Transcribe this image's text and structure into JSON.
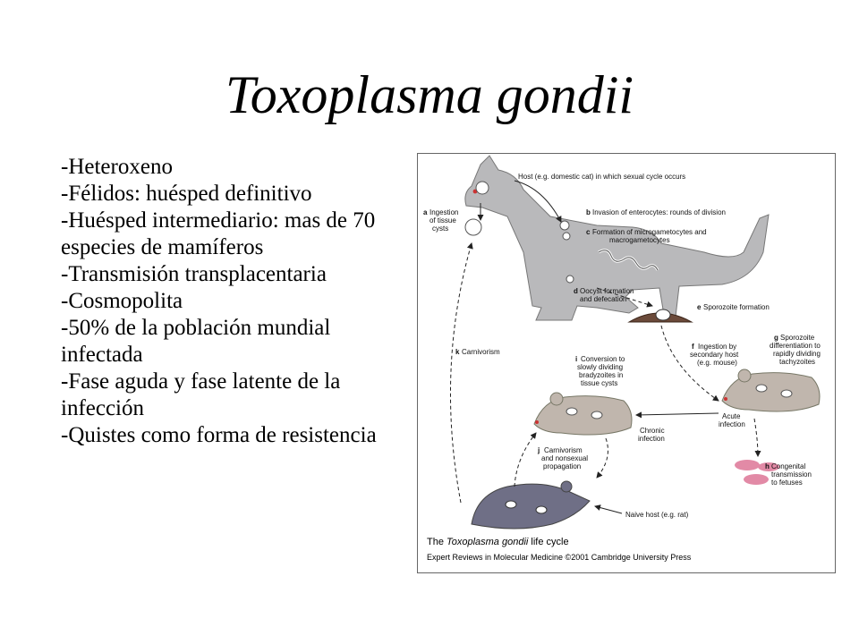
{
  "slide": {
    "title": "Toxoplasma gondii",
    "bullets": [
      "-Heteroxeno",
      "-Félidos: huésped definitivo",
      "-Huésped intermediario: mas de 70 especies de mamíferos",
      "-Transmisión transplacentaria",
      "-Cosmopolita",
      "-50% de la población mundial infectada",
      "-Fase aguda y fase latente de la infección",
      "-Quistes como forma de resistencia"
    ]
  },
  "figure": {
    "labels": {
      "host": "Host (e.g. domestic cat) in which sexual cycle occurs",
      "a_letter": "a",
      "a1": "Ingestion",
      "a2": "of tissue",
      "a3": "cysts",
      "b_letter": "b",
      "b1": "Invasion of enterocytes: rounds of division",
      "c_letter": "c",
      "c1": "Formation of microgametocytes and",
      "c2": "macrogametocytes",
      "d_letter": "d",
      "d1": "Oocyst formation",
      "d2": "and defecation",
      "e_letter": "e",
      "e1": "Sporozoite formation",
      "k_letter": "k",
      "k1": "Carnivorism",
      "i_letter": "i",
      "i1": "Conversion to",
      "i2": "slowly dividing",
      "i3": "bradyzoites in",
      "i4": "tissue cysts",
      "f_letter": "f",
      "f1": "Ingestion by",
      "f2": "secondary host",
      "f3": "(e.g. mouse)",
      "g_letter": "g",
      "g1": "Sporozoite",
      "g2": "differentiation to",
      "g3": "rapidly dividing",
      "g4": "tachyzoites",
      "acute1": "Acute",
      "acute2": "infection",
      "chronic1": "Chronic",
      "chronic2": "infection",
      "j_letter": "j",
      "j1": "Carnivorism",
      "j2": "and nonsexual",
      "j3": "propagation",
      "h_letter": "h",
      "h1": "Congenital",
      "h2": "transmission",
      "h3": "to fetuses",
      "naive": "Naive host (e.g. rat)"
    },
    "caption_prefix": "The ",
    "caption_italic": "Toxoplasma gondii",
    "caption_suffix": " life cycle",
    "credit": "Expert Reviews in Molecular Medicine ©2001 Cambridge University Press"
  }
}
